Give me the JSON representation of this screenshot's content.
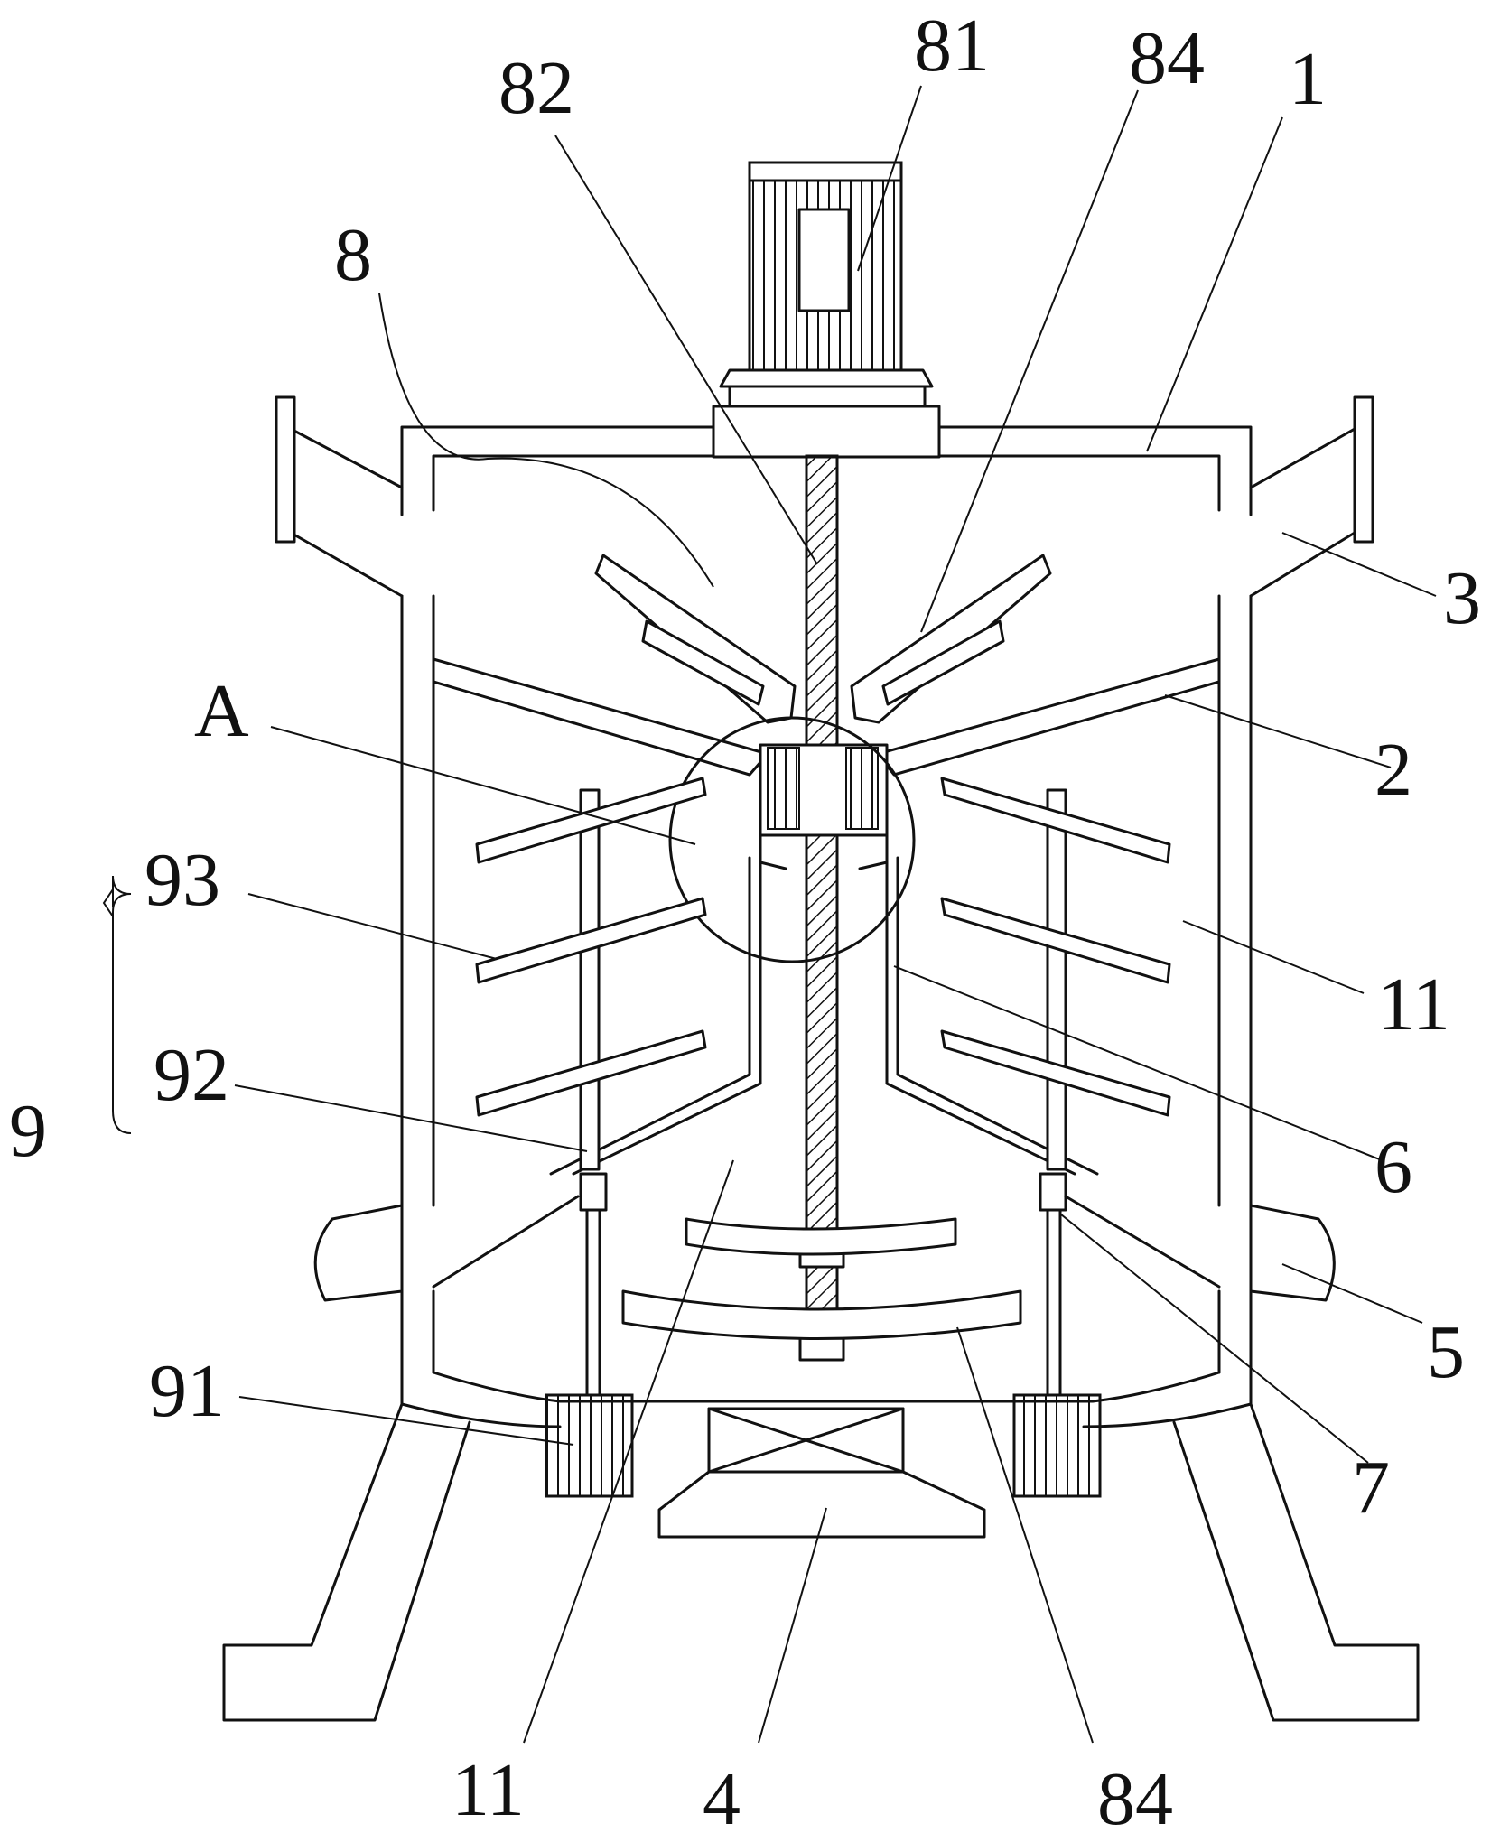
{
  "labels": {
    "l81": "81",
    "l84_top": "84",
    "l1": "1",
    "l82": "82",
    "l8": "8",
    "l3": "3",
    "l2": "2",
    "lA": "A",
    "l93": "93",
    "l11_right": "11",
    "l92": "92",
    "l9": "9",
    "l6": "6",
    "l5": "5",
    "l91": "91",
    "l7": "7",
    "l11_bottom": "11",
    "l4": "4",
    "l84_bottom": "84"
  }
}
